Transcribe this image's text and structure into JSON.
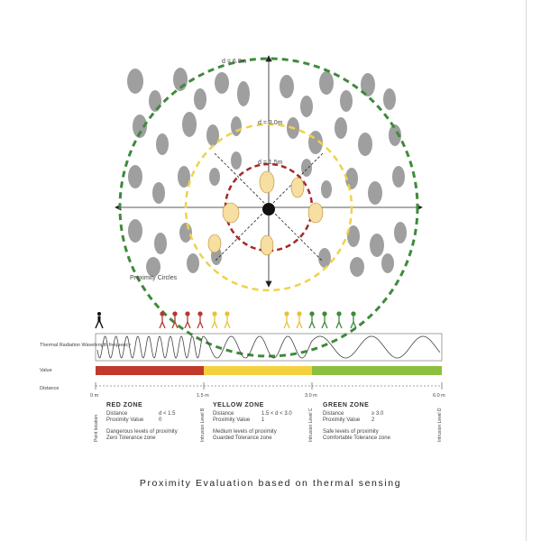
{
  "diagram": {
    "radii_labels": {
      "outer": "d = 6.0m",
      "middle": "d = 3.0m",
      "inner": "d = 1.5m"
    },
    "circles_label": "Proximity Circles",
    "colors": {
      "red": "#a52a2a",
      "yellow": "#f0d24a",
      "green": "#3f8a3a",
      "crowd": "#8f8f8f",
      "near_figures": "#f6dfa0"
    }
  },
  "scale": {
    "row_labels": {
      "wave": "Thermal Radiation Wavelength frequency",
      "value": "Value",
      "distance": "Distance"
    },
    "ticks": [
      "0 m",
      "1.5 m",
      "3.0 m",
      "6.0 m"
    ],
    "bar_colors": [
      "#c0392b",
      "#f4d03f",
      "#8cbf3f"
    ]
  },
  "zones": [
    {
      "title": "RED ZONE",
      "distance_label": "Distance",
      "distance_value": "d < 1.5",
      "prox_label": "Proximity Value",
      "prox_value": "0",
      "desc1": "Dangerous levels of proximity",
      "desc2": "Zero Tolerance zone",
      "vertical": "Point location"
    },
    {
      "title": "YELLOW ZONE",
      "distance_label": "Distance",
      "distance_value": "1.5 < d < 3.0",
      "prox_label": "Proximity Value",
      "prox_value": "1",
      "desc1": "Medium levels of proximity",
      "desc2": "Guarded Tolerance zone",
      "vertical": "Intrusion Level B"
    },
    {
      "title": "GREEN ZONE",
      "distance_label": "Distance",
      "distance_value": "≥ 3.0",
      "prox_label": "Proximity Value",
      "prox_value": "2",
      "desc1": "Safe levels of proximity",
      "desc2": "Comfortable Tolerance zone",
      "vertical": "Intrusion Level C"
    }
  ],
  "vertical_extra": "Intrusion Level D",
  "caption": "Proximity Evaluation based on thermal sensing"
}
